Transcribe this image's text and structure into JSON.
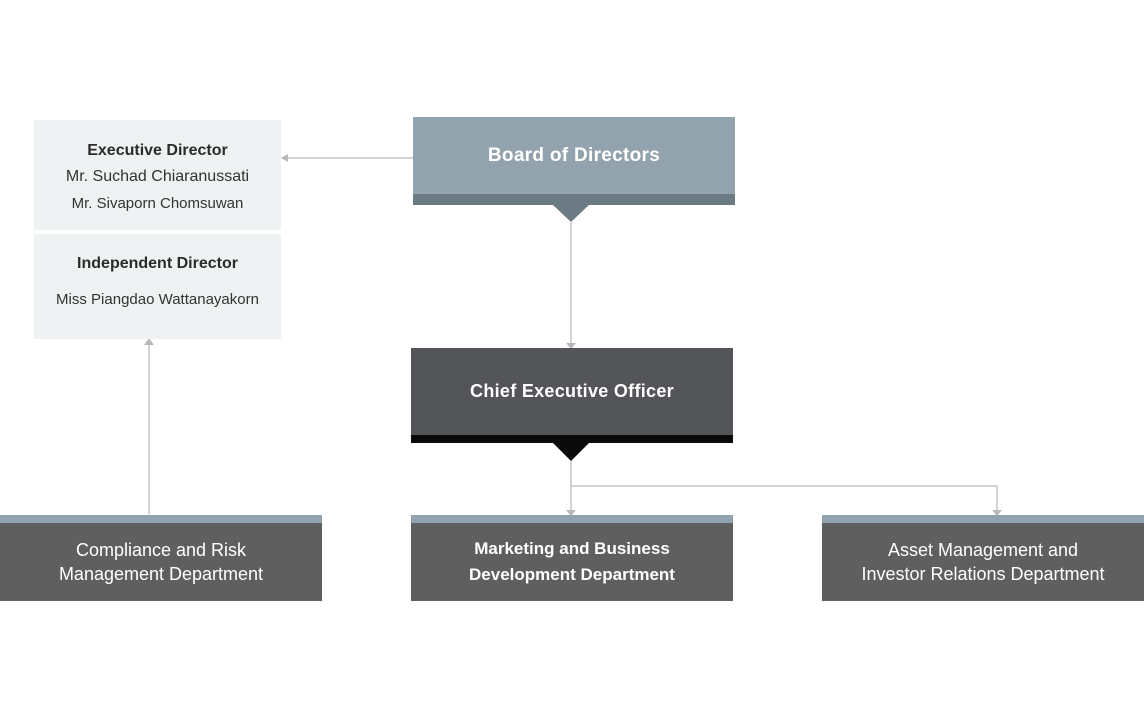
{
  "board": {
    "label": "Board of Directors"
  },
  "ceo": {
    "label": "Chief Executive Officer"
  },
  "executive_director": {
    "heading": "Executive Director",
    "members": [
      "Mr. Suchad Chiaranussati",
      "Mr. Sivaporn Chomsuwan"
    ]
  },
  "independent_director": {
    "heading": "Independent Director",
    "members": [
      "Miss Piangdao Wattanayakorn"
    ]
  },
  "departments": [
    {
      "line1": "Compliance and Risk",
      "line2": "Management Department"
    },
    {
      "line1": "Marketing and Business",
      "line2": "Development Department"
    },
    {
      "line1": "Asset Management and",
      "line2": "Investor Relations Department"
    }
  ],
  "colors": {
    "board": "#93a3ad",
    "board_band": "#6b7a83",
    "ceo": "#545559",
    "ceo_band": "#0a0a0a",
    "panel": "#eef2f2",
    "department": "#5f5f5f",
    "department_band": "#93a3ad",
    "connector": "#b8b8b8"
  }
}
